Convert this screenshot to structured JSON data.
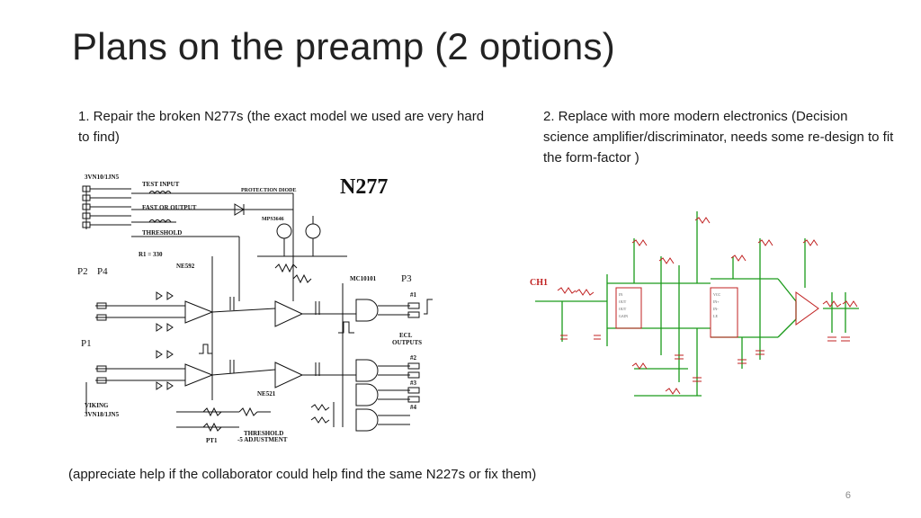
{
  "slide": {
    "title": "Plans on the preamp (2 options)",
    "option1": "1. Repair the broken N277s (the exact model we used are very hard to find)",
    "option2": "2. Replace with more modern electronics (Decision science amplifier/discriminator, needs some re-design to fit the form-factor )",
    "footnote": "(appreciate help if the collaborator could help find the same N227s or fix them)",
    "page_number": "6"
  },
  "schematic1": {
    "title": "N277",
    "labels": {
      "connector_top": "3VN10/1JN5",
      "connector_bottom": "3VN18/1JN5",
      "test_input": "TEST INPUT",
      "fast_or_output": "FAST OR OUTPUT",
      "threshold": "THRESHOLD",
      "protection_diode": "PROTECTION DIODE",
      "transistor": "MPS3646",
      "amp1": "NE592",
      "amp2": "NE521",
      "logic": "MC10101",
      "ecl": "ECL",
      "outputs": "OUTPUTS",
      "viking": "VIKING",
      "threshold_adj": "THRESHOLD",
      "adjustment": "-5  ADJUSTMENT",
      "r1_330": "R1 = 330",
      "pt1": "PT1",
      "p2": "P2",
      "p4": "P4",
      "p1": "P1",
      "p3": "P3",
      "out1": "#1",
      "out2": "#2",
      "out3": "#3",
      "out4": "#4"
    }
  },
  "schematic2": {
    "labels": {
      "ch1": "CH1"
    }
  },
  "colors": {
    "wire_green": "#1a9a1a",
    "component_red": "#c02020",
    "ink": "#111111"
  }
}
